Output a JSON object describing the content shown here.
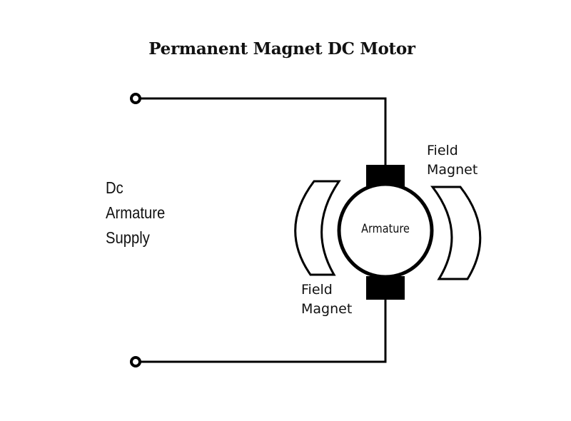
{
  "title": "Permanent Magnet DC Motor",
  "labels": {
    "supply": [
      "Dc",
      "Armature",
      "Supply"
    ],
    "field_magnet_right": [
      "Field",
      "Magnet"
    ],
    "field_magnet_left": [
      "Field",
      "Magnet"
    ],
    "armature": "Armature"
  },
  "colors": {
    "line": "#000000",
    "background": "#ffffff"
  }
}
